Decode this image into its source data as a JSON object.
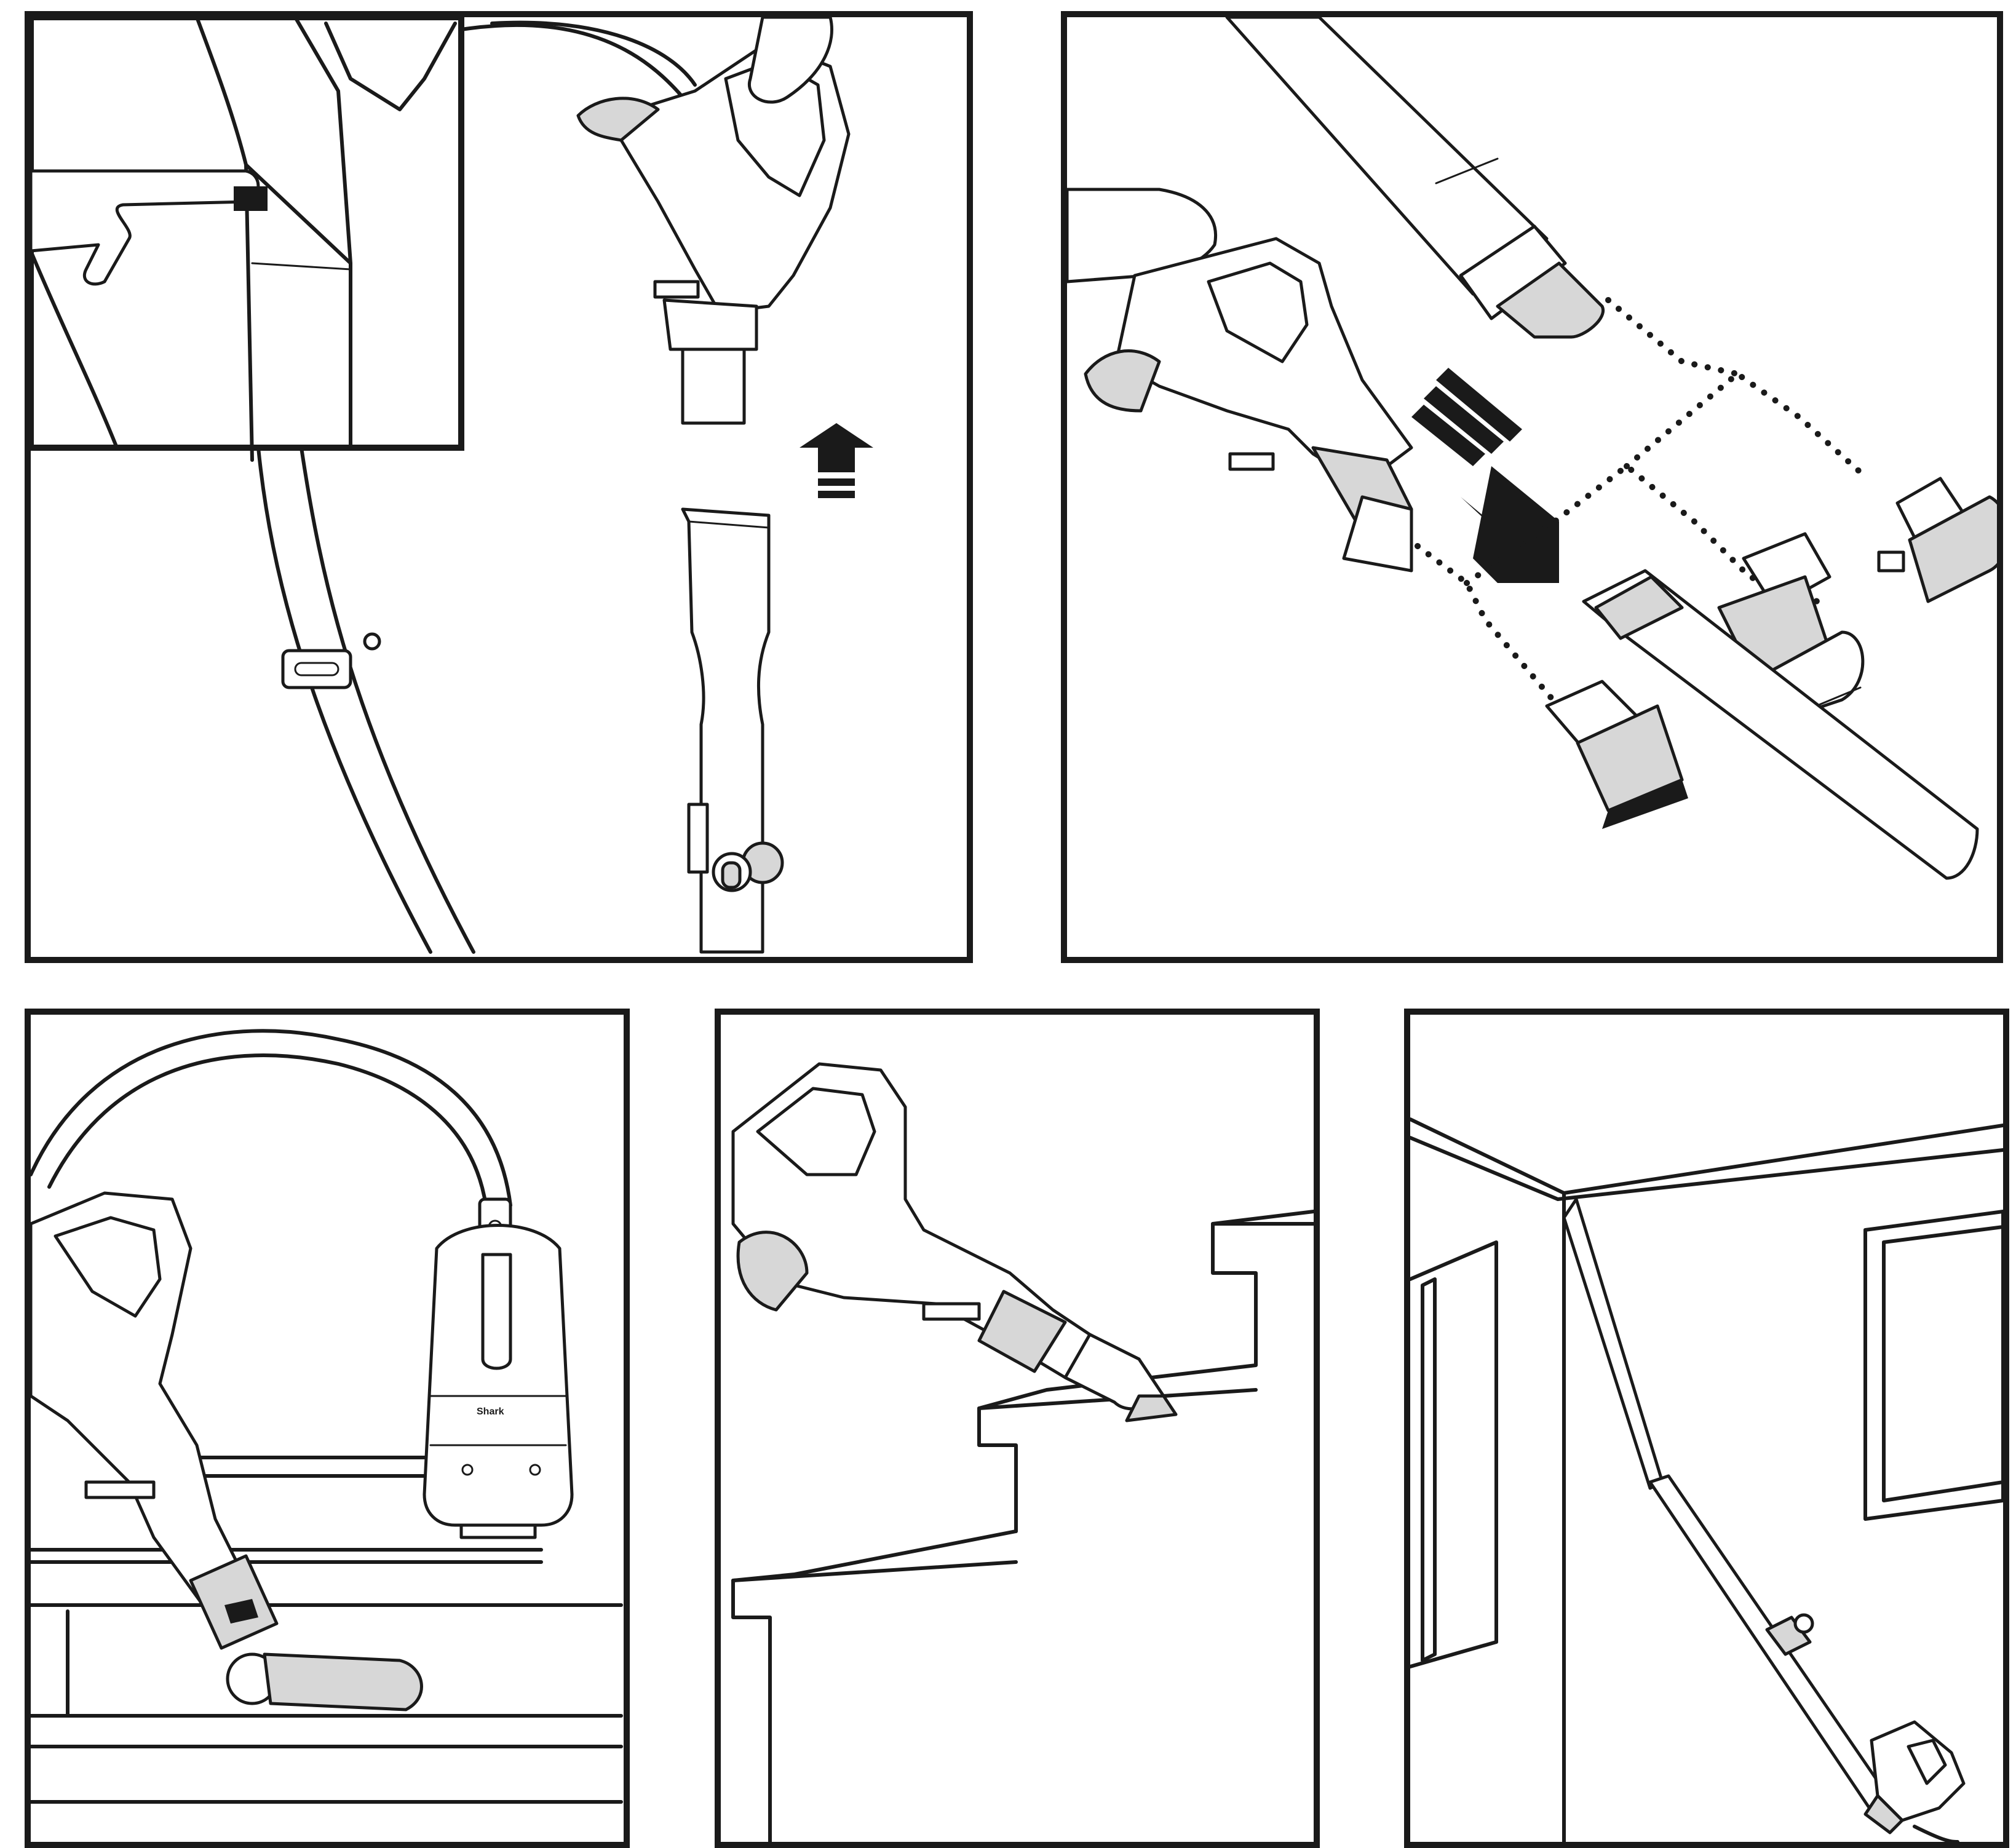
{
  "panels": [
    {
      "id": "remove-crevice-tool"
    },
    {
      "id": "attach-accessories"
    },
    {
      "id": "stairs-turbo-brush"
    },
    {
      "id": "stairs-step-cleaning"
    },
    {
      "id": "ceiling-cleaning"
    }
  ],
  "brand_label": "Shark",
  "icons": [
    "up-arrow-icon",
    "down-right-arrow-icon"
  ],
  "colors": {
    "line": "#1a1a1a",
    "fill": "#d7d7d7",
    "background": "#ffffff"
  }
}
